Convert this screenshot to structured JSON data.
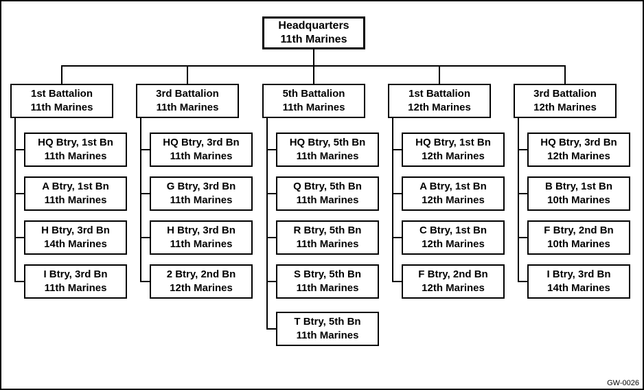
{
  "figure": {
    "footer_label": "GW-0026"
  },
  "colors": {
    "line": "#000000",
    "background": "#ffffff",
    "text": "#000000"
  },
  "org_chart": {
    "root": {
      "line1": "Headquarters",
      "line2": "11th Marines"
    },
    "columns": [
      {
        "battalion": {
          "line1": "1st Battalion",
          "line2": "11th Marines"
        },
        "batteries": [
          {
            "line1": "HQ Btry, 1st Bn",
            "line2": "11th Marines"
          },
          {
            "line1": "A Btry, 1st Bn",
            "line2": "11th Marines"
          },
          {
            "line1": "H Btry, 3rd Bn",
            "line2": "14th Marines"
          },
          {
            "line1": "I Btry, 3rd Bn",
            "line2": "11th Marines"
          }
        ]
      },
      {
        "battalion": {
          "line1": "3rd Battalion",
          "line2": "11th Marines"
        },
        "batteries": [
          {
            "line1": "HQ Btry, 3rd Bn",
            "line2": "11th Marines"
          },
          {
            "line1": "G Btry, 3rd Bn",
            "line2": "11th Marines"
          },
          {
            "line1": "H Btry, 3rd Bn",
            "line2": "11th Marines"
          },
          {
            "line1": "2 Btry, 2nd Bn",
            "line2": "12th Marines"
          }
        ]
      },
      {
        "battalion": {
          "line1": "5th Battalion",
          "line2": "11th Marines"
        },
        "batteries": [
          {
            "line1": "HQ Btry, 5th Bn",
            "line2": "11th Marines"
          },
          {
            "line1": "Q Btry, 5th Bn",
            "line2": "11th Marines"
          },
          {
            "line1": "R Btry, 5th Bn",
            "line2": "11th Marines"
          },
          {
            "line1": "S Btry, 5th Bn",
            "line2": "11th Marines"
          },
          {
            "line1": "T Btry, 5th Bn",
            "line2": "11th Marines"
          }
        ]
      },
      {
        "battalion": {
          "line1": "1st Battalion",
          "line2": "12th Marines"
        },
        "batteries": [
          {
            "line1": "HQ Btry, 1st Bn",
            "line2": "12th Marines"
          },
          {
            "line1": "A Btry, 1st Bn",
            "line2": "12th Marines"
          },
          {
            "line1": "C Btry, 1st Bn",
            "line2": "12th Marines"
          },
          {
            "line1": "F Btry, 2nd Bn",
            "line2": "12th Marines"
          }
        ]
      },
      {
        "battalion": {
          "line1": "3rd Battalion",
          "line2": "12th Marines"
        },
        "batteries": [
          {
            "line1": "HQ Btry, 3rd Bn",
            "line2": "12th Marines"
          },
          {
            "line1": "B Btry, 1st Bn",
            "line2": "10th Marines"
          },
          {
            "line1": "F Btry, 2nd Bn",
            "line2": "10th Marines"
          },
          {
            "line1": "I Btry, 3rd Bn",
            "line2": "14th Marines"
          }
        ]
      }
    ]
  }
}
